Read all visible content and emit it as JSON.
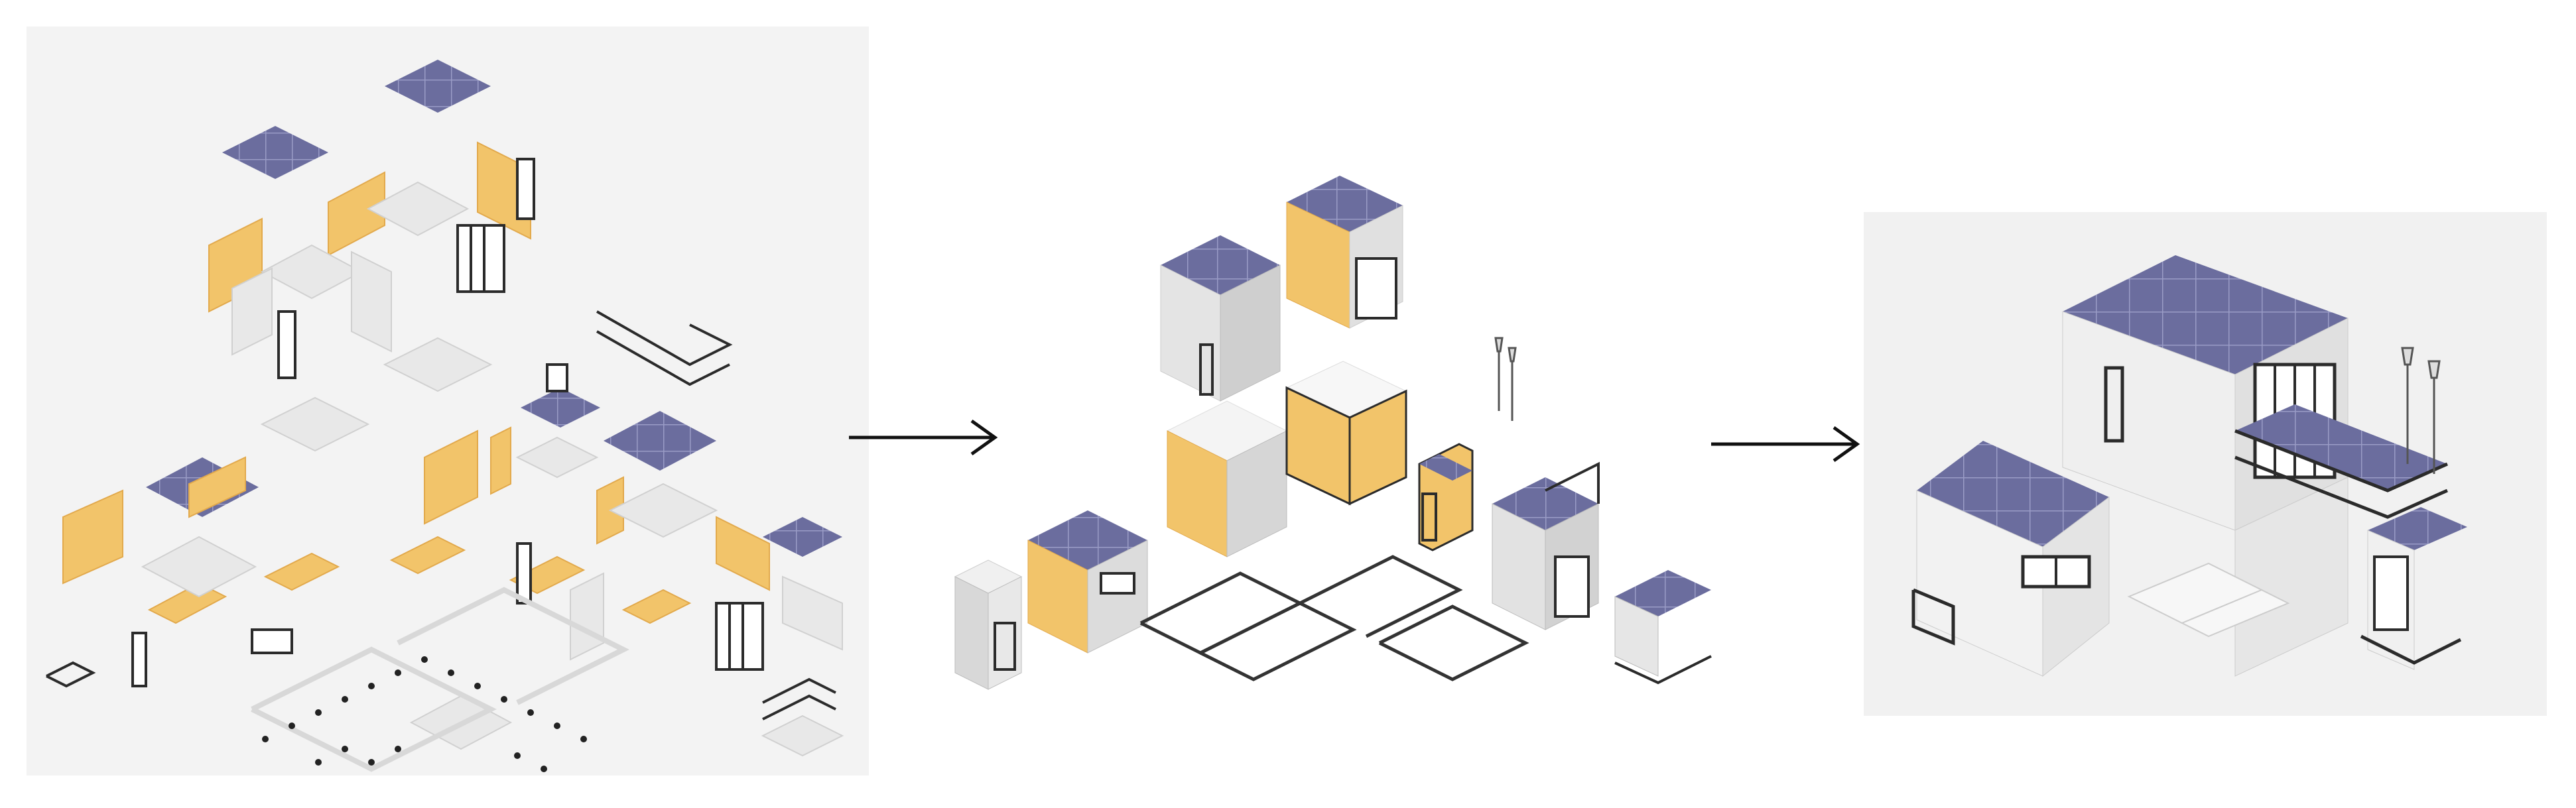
{
  "diagram": {
    "stages": [
      {
        "id": "components",
        "description_icon": "exploded-panels-icon"
      },
      {
        "id": "modules",
        "description_icon": "module-boxes-icon"
      },
      {
        "id": "assembled-house",
        "description_icon": "house-icon"
      }
    ],
    "connectors": [
      "arrow-right-icon",
      "arrow-right-icon"
    ]
  },
  "colors": {
    "solar": "#6b6d9e",
    "solar_grid": "#9a9cc6",
    "wood": "#f2c46a",
    "wood_dark": "#e2a94c",
    "wall": "#eeeeee",
    "wall_shade": "#d9d9d9",
    "frame": "#2b2b2b",
    "background_panel": "#f3f3f3"
  }
}
